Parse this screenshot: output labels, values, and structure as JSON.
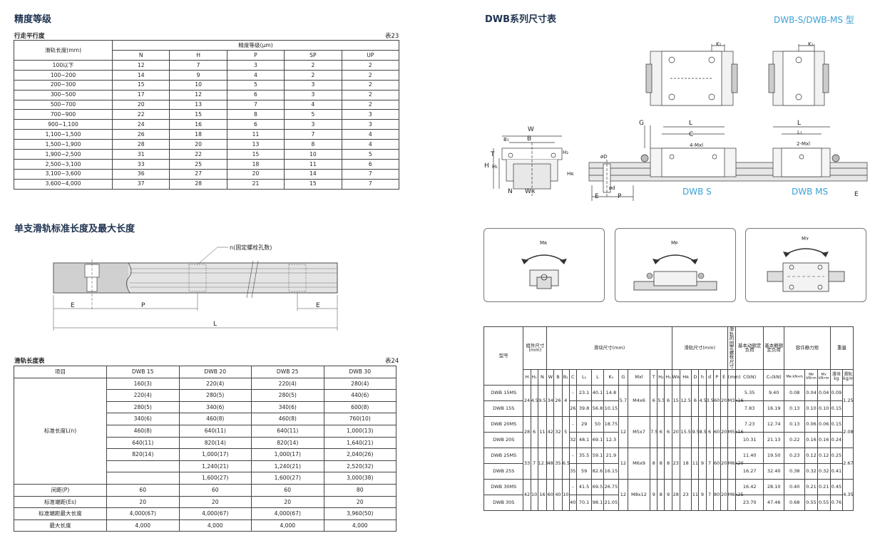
{
  "accuracy": {
    "title": "精度等级",
    "subtitle": "行走平行度",
    "table_no": "表23",
    "rail_length_header": "滑轨长度(mm)",
    "grade_header": "精度等级(μm)",
    "grades": [
      "N",
      "H",
      "P",
      "SP",
      "UP"
    ],
    "rows": [
      [
        "100以下",
        "12",
        "7",
        "3",
        "2",
        "2"
      ],
      [
        "100~200",
        "14",
        "9",
        "4",
        "2",
        "2"
      ],
      [
        "200~300",
        "15",
        "10",
        "5",
        "3",
        "2"
      ],
      [
        "300~500",
        "17",
        "12",
        "6",
        "3",
        "2"
      ],
      [
        "500~700",
        "20",
        "13",
        "7",
        "4",
        "2"
      ],
      [
        "700~900",
        "22",
        "15",
        "8",
        "5",
        "3"
      ],
      [
        "900~1,100",
        "24",
        "16",
        "6",
        "3",
        "3"
      ],
      [
        "1,100~1,500",
        "26",
        "18",
        "11",
        "7",
        "4"
      ],
      [
        "1,500~1,900",
        "28",
        "20",
        "13",
        "8",
        "4"
      ],
      [
        "1,900~2,500",
        "31",
        "22",
        "15",
        "10",
        "5"
      ],
      [
        "2,500~3,100",
        "33",
        "25",
        "18",
        "11",
        "6"
      ],
      [
        "3,100~3,600",
        "36",
        "27",
        "20",
        "14",
        "7"
      ],
      [
        "3,600~4,000",
        "37",
        "28",
        "21",
        "15",
        "7"
      ]
    ]
  },
  "rail_std": {
    "title": "单支滑轨标准长度及最大长度",
    "n_label": "n(固定螺栓孔数)",
    "dim_e": "E",
    "dim_p": "P",
    "dim_l": "L"
  },
  "rail_table": {
    "subtitle": "滑轨长度表",
    "table_no": "表24",
    "item_header": "项目",
    "models": [
      "DWB 15",
      "DWB 20",
      "DWB 25",
      "DWB 30"
    ],
    "std_label": "标准长度L(n)",
    "std_rows": [
      [
        "160(3)",
        "220(4)",
        "220(4)",
        "280(4)"
      ],
      [
        "220(4)",
        "280(5)",
        "280(5)",
        "440(6)"
      ],
      [
        "280(5)",
        "340(6)",
        "340(6)",
        "600(8)"
      ],
      [
        "340(6)",
        "460(8)",
        "460(8)",
        "760(10)"
      ],
      [
        "460(8)",
        "640(11)",
        "640(11)",
        "1,000(13)"
      ],
      [
        "640(11)",
        "820(14)",
        "820(14)",
        "1,640(21)"
      ],
      [
        "820(14)",
        "1,000(17)",
        "1,000(17)",
        "2,040(26)"
      ],
      [
        "",
        "1,240(21)",
        "1,240(21)",
        "2,520(32)"
      ],
      [
        "",
        "1,600(27)",
        "1,600(27)",
        "3,000(38)"
      ]
    ],
    "extra_rows": [
      [
        "间距(P)",
        "60",
        "60",
        "60",
        "80"
      ],
      [
        "标准端距(Es)",
        "20",
        "20",
        "20",
        "20"
      ],
      [
        "标准端距最大长度",
        "4,000(67)",
        "4,000(67)",
        "4,000(67)",
        "3,960(50)"
      ],
      [
        "最大长度",
        "4,000",
        "4,000",
        "4,000",
        "4,000"
      ]
    ]
  },
  "dwb": {
    "title": "DWB系列尺寸表",
    "type_label": "DWB-S/DWB-MS 型",
    "label_s": "DWB S",
    "label_ms": "DWB MS",
    "dims": {
      "w": "W",
      "b": "B",
      "b1": "B₁",
      "h": "H",
      "h1": "H₁",
      "t": "T",
      "h2": "H₂",
      "hr": "Hʀ",
      "n": "N",
      "wr": "Wʀ",
      "d": "øD",
      "dd": "ød",
      "e": "E",
      "p": "P",
      "g": "G",
      "l": "L",
      "c": "C",
      "k1": "K₁",
      "l1": "L₁",
      "mxl": "4-Mxl",
      "mxl2": "2-Mxl"
    },
    "moments": [
      "Mʀ",
      "Mᴘ",
      "Mʏ"
    ]
  },
  "dwb_table": {
    "h_model": "型号",
    "h_assembly": "组件尺寸(mm)",
    "h_block": "滑块尺寸(mm)",
    "h_rail": "滑轨尺寸(mm)",
    "h_bolt": "滑轨的固定螺栓尺寸",
    "h_dyn": "基本动额定负荷",
    "h_stat": "基本静额定负荷",
    "h_moment": "容许静力矩",
    "h_weight": "重量",
    "sub_assembly": [
      "H",
      "H₁",
      "N"
    ],
    "sub_block": [
      "W",
      "B",
      "B₁",
      "C",
      "L₁",
      "L",
      "K₁",
      "G",
      "Mxl",
      "T",
      "H₂",
      "H₃"
    ],
    "sub_rail": [
      "Wʀ",
      "Hʀ",
      "D",
      "h",
      "d",
      "P",
      "E"
    ],
    "sub_bolt": "(mm)",
    "sub_dyn": "C(kN)",
    "sub_stat": "C₀(kN)",
    "sub_moment": [
      "Mʀ kN•m",
      "Mᴘ kN•m",
      "Mʏ kN•m"
    ],
    "sub_weight": [
      "滑块 kg",
      "滑轨 kg/m"
    ],
    "groups": [
      {
        "ms": "DWB 15MS",
        "s": "DWB 15S",
        "H": "24",
        "H1": "4.5",
        "N": "9.5",
        "W": "34",
        "B": "26",
        "B1": "4",
        "C_ms": "-",
        "C_s": "26",
        "L1_ms": "23.1",
        "L1_s": "39.8",
        "L_ms": "40.1",
        "L_s": "56.8",
        "K1_ms": "14.8",
        "K1_s": "10.15",
        "G": "5.7",
        "Mxl": "M4x6",
        "T": "6",
        "H2": "5.5",
        "H3": "6",
        "Wr": "15",
        "Hr": "12.5",
        "D": "6",
        "h": "4.5",
        "d": "3.5",
        "P": "60",
        "E": "20",
        "bolt": "M3x16",
        "Cd_ms": "5.35",
        "Cd_s": "7.83",
        "C0_ms": "9.40",
        "C0_s": "16.19",
        "Mr_ms": "0.08",
        "Mr_s": "0.13",
        "Mp_ms": "0.04",
        "Mp_s": "0.10",
        "My_ms": "0.04",
        "My_s": "0.10",
        "kg_ms": "0.09",
        "kg_s": "0.15",
        "kgm": "1.25"
      },
      {
        "ms": "DWB 20MS",
        "s": "DWB 20S",
        "H": "28",
        "H1": "6",
        "N": "11",
        "W": "42",
        "B": "32",
        "B1": "5",
        "C_ms": "-",
        "C_s": "32",
        "L1_ms": "29",
        "L1_s": "48.1",
        "L_ms": "50",
        "L_s": "69.1",
        "K1_ms": "18.75",
        "K1_s": "12.3",
        "G": "12",
        "Mxl": "M5x7",
        "T": "7.5",
        "H2": "6",
        "H3": "6",
        "Wr": "20",
        "Hr": "15.5",
        "D": "9.5",
        "h": "8.5",
        "d": "6",
        "P": "60",
        "E": "20",
        "bolt": "M5x16",
        "Cd_ms": "7.23",
        "Cd_s": "10.31",
        "C0_ms": "12.74",
        "C0_s": "21.13",
        "Mr_ms": "0.13",
        "Mr_s": "0.22",
        "Mp_ms": "0.06",
        "Mp_s": "0.16",
        "My_ms": "0.06",
        "My_s": "0.16",
        "kg_ms": "0.15",
        "kg_s": "0.24",
        "kgm": "2.08"
      },
      {
        "ms": "DWB 25MS",
        "s": "DWB 25S",
        "H": "33",
        "H1": "7",
        "N": "12.5",
        "W": "48",
        "B": "35",
        "B1": "6.5",
        "C_ms": "-",
        "C_s": "35",
        "L1_ms": "35.5",
        "L1_s": "59",
        "L_ms": "59.1",
        "L_s": "82.6",
        "K1_ms": "21.9",
        "K1_s": "16.15",
        "G": "12",
        "Mxl": "M6x9",
        "T": "8",
        "H2": "8",
        "H3": "8",
        "Wr": "23",
        "Hr": "18",
        "D": "11",
        "h": "9",
        "d": "7",
        "P": "60",
        "E": "20",
        "bolt": "M6x20",
        "Cd_ms": "11.40",
        "Cd_s": "16.27",
        "C0_ms": "19.50",
        "C0_s": "32.40",
        "Mr_ms": "0.23",
        "Mr_s": "0.38",
        "Mp_ms": "0.12",
        "Mp_s": "0.32",
        "My_ms": "0.12",
        "My_s": "0.32",
        "kg_ms": "0.25",
        "kg_s": "0.41",
        "kgm": "2.67"
      },
      {
        "ms": "DWB 30MS",
        "s": "DWB 30S",
        "H": "42",
        "H1": "10",
        "N": "16",
        "W": "60",
        "B": "40",
        "B1": "10",
        "C_ms": "-",
        "C_s": "40",
        "L1_ms": "41.5",
        "L1_s": "70.1",
        "L_ms": "69.5",
        "L_s": "98.1",
        "K1_ms": "26.75",
        "K1_s": "21.05",
        "G": "12",
        "Mxl": "M8x12",
        "T": "9",
        "H2": "8",
        "H3": "9",
        "Wr": "28",
        "Hr": "23",
        "D": "11",
        "h": "9",
        "d": "7",
        "P": "80",
        "E": "20",
        "bolt": "M6x25",
        "Cd_ms": "16.42",
        "Cd_s": "23.70",
        "C0_ms": "28.10",
        "C0_s": "47.46",
        "Mr_ms": "0.40",
        "Mr_s": "0.68",
        "Mp_ms": "0.21",
        "Mp_s": "0.55",
        "My_ms": "0.21",
        "My_s": "0.55",
        "kg_ms": "0.45",
        "kg_s": "0.76",
        "kgm": "4.35"
      }
    ]
  }
}
